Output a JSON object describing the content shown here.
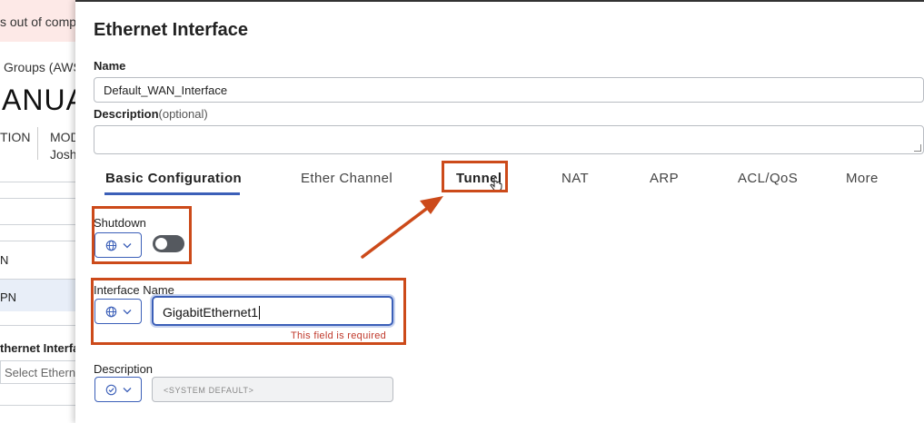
{
  "background": {
    "alert_text": "s out of compli",
    "breadcrumb": "Groups (AWS",
    "title": "ANUA",
    "meta_col1": "TION",
    "meta_col2": "MOD",
    "meta_col2_value": "Josh",
    "row_n": "N",
    "row_pn": "PN",
    "ethernet_label": "thernet Interfa",
    "select_placeholder": "Select Ethern"
  },
  "drawer": {
    "title": "Ethernet Interface",
    "name_label": "Name",
    "name_value": "Default_WAN_Interface",
    "description_label": "Description",
    "description_optional": "(optional)",
    "tabs": [
      {
        "label": "Basic Configuration",
        "active": true
      },
      {
        "label": "Ether Channel",
        "active": false
      },
      {
        "label": "Tunnel",
        "active": false
      },
      {
        "label": "NAT",
        "active": false
      },
      {
        "label": "ARP",
        "active": false
      },
      {
        "label": "ACL/QoS",
        "active": false
      },
      {
        "label": "More",
        "active": false
      }
    ],
    "shutdown_label": "Shutdown",
    "shutdown_on": false,
    "interface_name_label": "Interface Name",
    "interface_name_value": "GigabitEthernet1",
    "interface_name_error": "This field is required",
    "desc2_label": "Description",
    "desc2_placeholder": "<SYSTEM DEFAULT>"
  },
  "colors": {
    "accent": "#3b5fb8",
    "annotation": "#cc4a1a",
    "error": "#c0392b"
  },
  "icons": {
    "global_scope": "globe-icon",
    "default_scope": "check-circle-icon",
    "dropdown": "chevron-down-icon",
    "cursor": "hand-pointer-icon"
  }
}
